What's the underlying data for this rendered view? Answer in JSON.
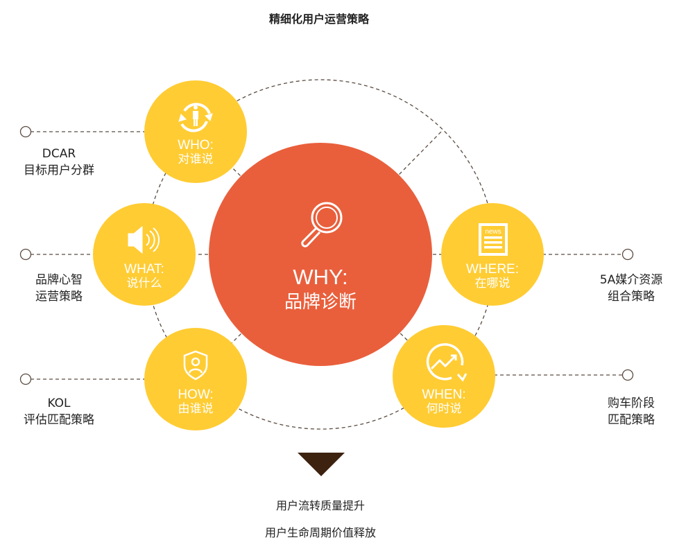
{
  "title": "精细化用户运营策略",
  "center": {
    "label_en": "WHY:",
    "label_zh": "品牌诊断",
    "icon": "magnifier-icon"
  },
  "nodes": [
    {
      "id": "who",
      "label_en": "WHO:",
      "label_zh": "对谁说",
      "icon": "person-cycle-icon",
      "side_line1": "DCAR",
      "side_line2": "目标用户分群"
    },
    {
      "id": "what",
      "label_en": "WHAT:",
      "label_zh": "说什么",
      "icon": "speaker-icon",
      "side_line1": "品牌心智",
      "side_line2": "运营策略"
    },
    {
      "id": "how",
      "label_en": "HOW:",
      "label_zh": "由谁说",
      "icon": "shield-person-icon",
      "side_line1": "KOL",
      "side_line2": "评估匹配策略"
    },
    {
      "id": "where",
      "label_en": "WHERE:",
      "label_zh": "在哪说",
      "icon": "news-icon",
      "icon_text": "news",
      "side_line1": "5A媒介资源",
      "side_line2": "组合策略"
    },
    {
      "id": "when",
      "label_en": "WHEN:",
      "label_zh": "何时说",
      "icon": "trend-cycle-icon",
      "side_line1": "购车阶段",
      "side_line2": "匹配策略"
    }
  ],
  "bottom": {
    "line1": "用户流转质量提升",
    "line2": "用户生命周期价值释放"
  },
  "colors": {
    "yellow": "#FFCC33",
    "orange": "#E95F3C",
    "dash": "#5a4a40",
    "arrow": "#3D2210"
  }
}
